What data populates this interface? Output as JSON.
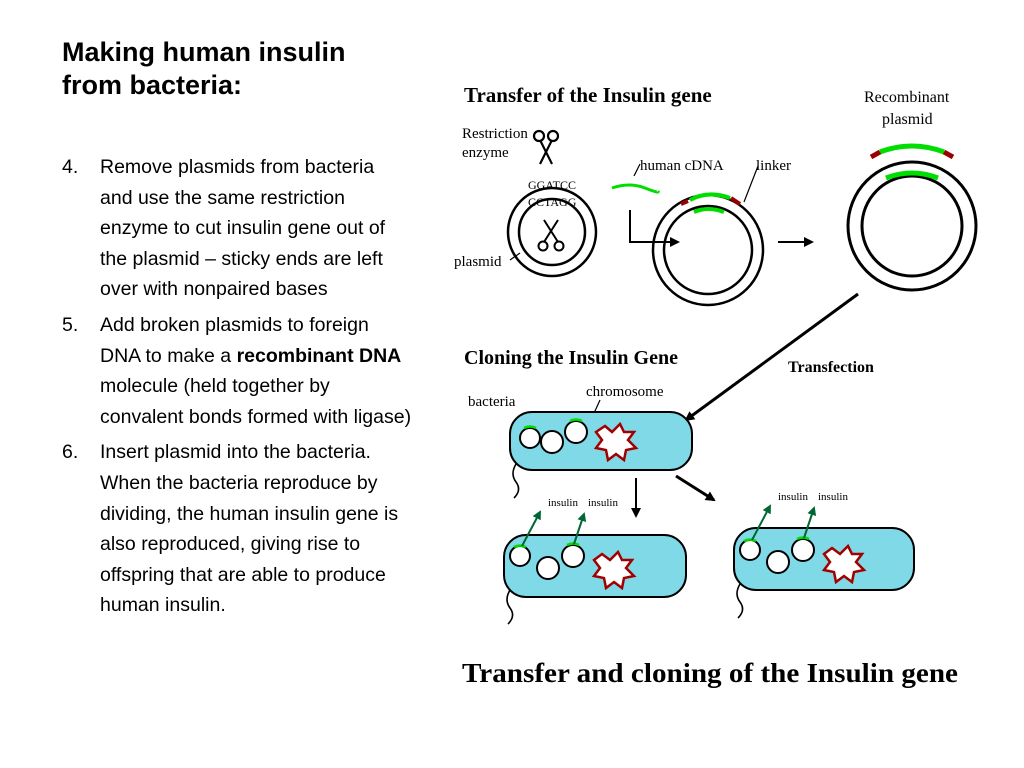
{
  "title": {
    "line1": "Making human insulin",
    "line2": "from bacteria:"
  },
  "steps": [
    {
      "number": "4.",
      "text": "Remove plasmids from bacteria and use the same restriction enzyme to cut insulin gene out of the plasmid – sticky ends are left over with nonpaired bases"
    },
    {
      "number": "5.",
      "text_before": "Add broken plasmids to foreign DNA to make a ",
      "text_bold": "recombinant DNA",
      "text_after": " molecule (held together by convalent bonds formed with ligase)"
    },
    {
      "number": "6.",
      "text": "Insert plasmid into the bacteria. When the bacteria reproduce by dividing, the human insulin gene is also reproduced, giving rise to offspring that are able to produce human insulin."
    }
  ],
  "diagram": {
    "transfer_heading": "Transfer of the Insulin gene",
    "restriction_line1": "Restriction",
    "restriction_line2": "enzyme",
    "seq_top": "GGATCC",
    "seq_bottom": "CCTAGG",
    "plasmid_label": "plasmid",
    "human_cdna_label": "human cDNA",
    "linker_label": "linker",
    "recombinant_line1": "Recombinant",
    "recombinant_line2": "plasmid",
    "cloning_heading": "Cloning the Insulin Gene",
    "transfection_label": "Transfection",
    "bacteria_label": "bacteria",
    "chromosome_label": "chromosome",
    "insulin_label": "insulin",
    "caption": "Transfer and cloning of the Insulin gene",
    "colors": {
      "cell_fill": "#7fd9e6",
      "gene_green": "#00dd00",
      "sticky_red": "#990000",
      "chromosome_red": "#a00000",
      "arrow_green": "#006633"
    }
  }
}
